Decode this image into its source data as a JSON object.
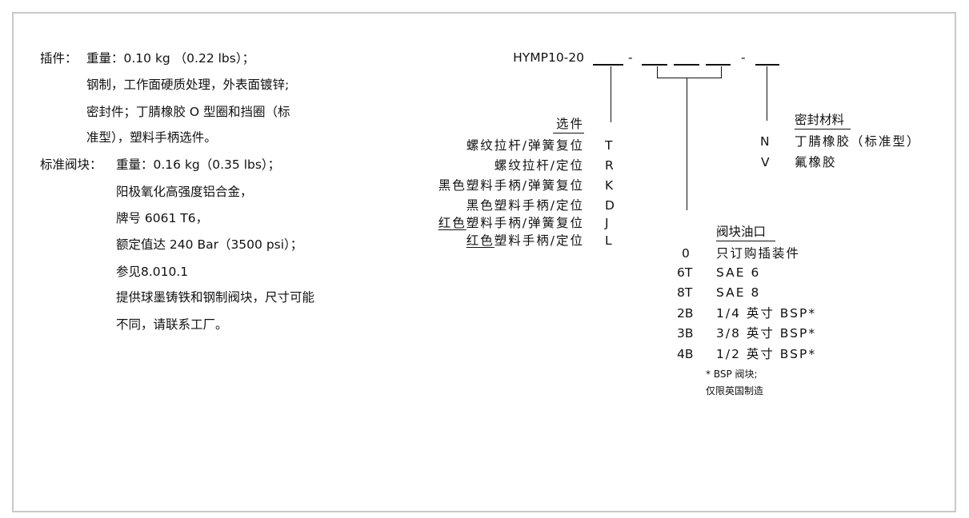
{
  "left": {
    "cartridge_label": "插件：",
    "cartridge_lines": [
      "重量：0.10 kg （0.22 lbs）；",
      "钢制，工作面硬质处理，外表面镀锌;",
      "密封件；丁腈橡胶 O 型圈和挡圈（标",
      "准型），塑料手柄选件。"
    ],
    "body_label": "标准阀块：",
    "body_lines": [
      "重量：0.16 kg（0.35 lbs）；",
      "阳极氧化高强度铝合金，",
      "牌号 6061 T6，",
      "额定值达 240 Bar（3500 psi）；",
      "参见8.010.1",
      "提供球墨铸铁和钢制阀块，尺寸可能",
      "不同，请联系工厂。"
    ]
  },
  "code": {
    "model": "HYMP10-20",
    "dash": "-"
  },
  "options": {
    "header": "选件",
    "items": [
      {
        "pre": "",
        "label": "螺纹拉杆/弹簧复位",
        "code": "T"
      },
      {
        "pre": "",
        "label": "螺纹拉杆/定位",
        "code": "R"
      },
      {
        "pre": "",
        "label": "黑色塑料手柄/弹簧复位",
        "code": "K"
      },
      {
        "pre": "",
        "label": "黑色塑料手柄/定位",
        "code": "D"
      },
      {
        "pre": "红色",
        "label": "塑料手柄/弹簧复位",
        "code": "J"
      },
      {
        "pre": "红色",
        "label": "塑料手柄/定位",
        "code": "L"
      }
    ]
  },
  "seals": {
    "header": "密封材料",
    "items": [
      {
        "code": "N",
        "label": "丁腈橡胶（标准型）"
      },
      {
        "code": "V",
        "label": "氟橡胶"
      }
    ]
  },
  "ports": {
    "header": "阀块油口",
    "items": [
      {
        "code": "0",
        "label": "只订购插装件"
      },
      {
        "code": "6T",
        "label": "SAE 6"
      },
      {
        "code": "8T",
        "label": "SAE 8"
      },
      {
        "code": "2B",
        "label": "1/4 英寸 BSP*"
      },
      {
        "code": "3B",
        "label": "3/8 英寸 BSP*"
      },
      {
        "code": "4B",
        "label": "1/2 英寸 BSP*"
      }
    ],
    "footnote": [
      "* BSP 阀块;",
      "仅限英国制造"
    ]
  }
}
